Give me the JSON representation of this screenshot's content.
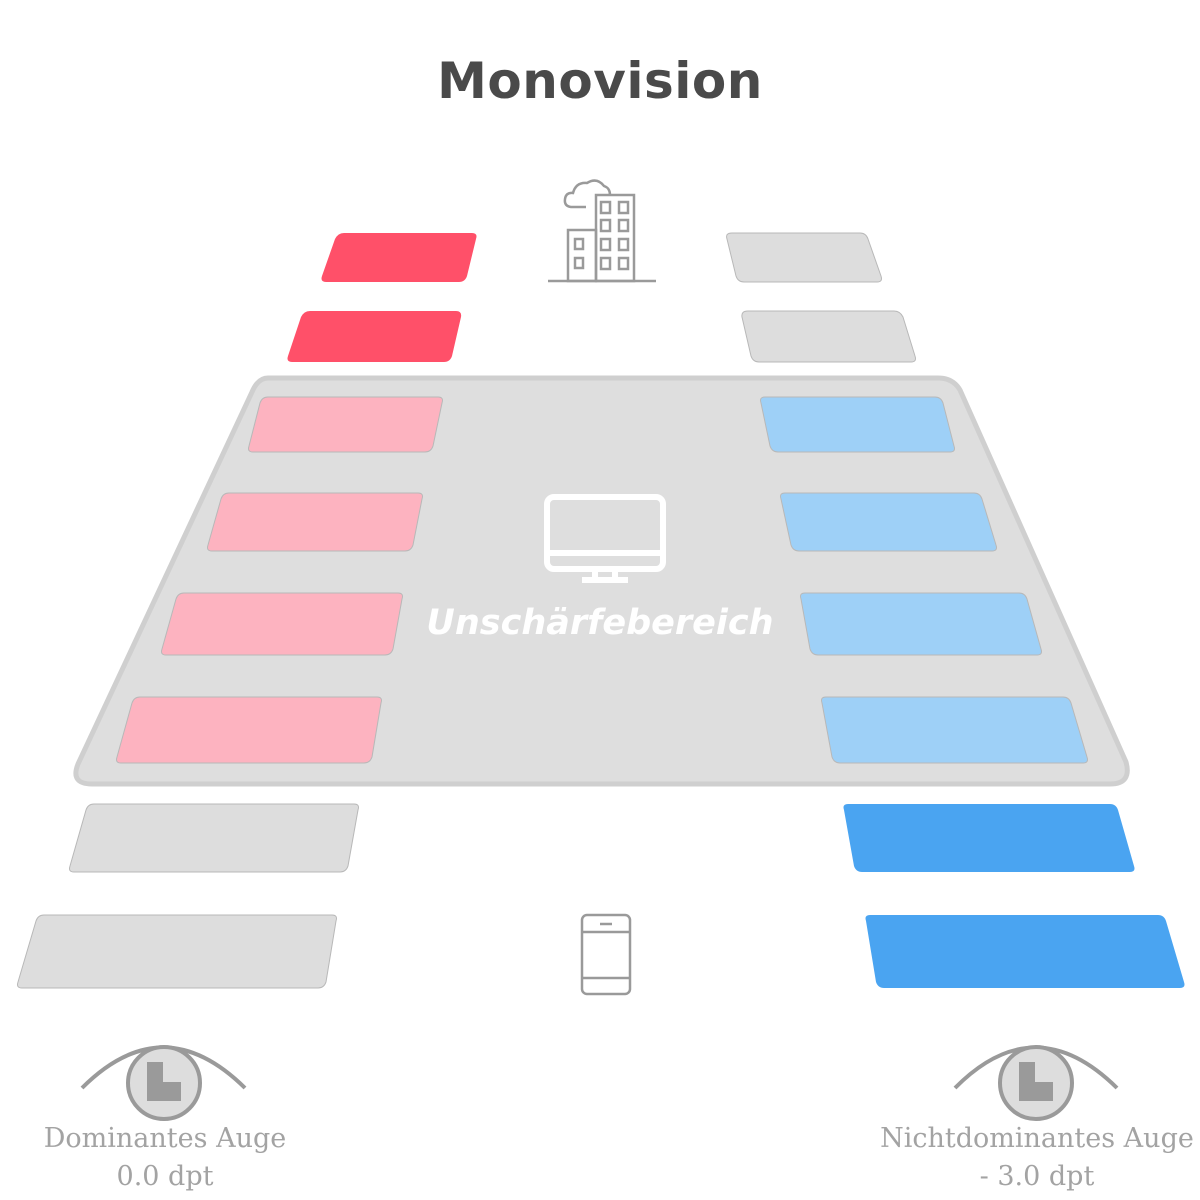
{
  "title": "Monovision",
  "zone_label": "Unschärfebereich",
  "left_eye": {
    "label": "Dominantes Auge",
    "value": "0.0 dpt"
  },
  "right_eye": {
    "label": "Nichtdominantes Auge",
    "value": "- 3.0 dpt"
  },
  "icons": {
    "far": "building-cloud-icon",
    "middle": "monitor-icon",
    "near": "smartphone-icon",
    "eyes": "eye-icon"
  },
  "colors": {
    "sharp_left": "#ff5069",
    "blurred_left": "#fdb3c0",
    "sharp_right": "#4aa4f1",
    "blurred_right": "#9ed0f7",
    "inactive": "#dddddd",
    "zone": "#dedede",
    "zone_border": "#cfcfcf",
    "icon_gray": "#9a9a9a",
    "title": "#4a4a4a",
    "caption": "#a3a3a3"
  }
}
